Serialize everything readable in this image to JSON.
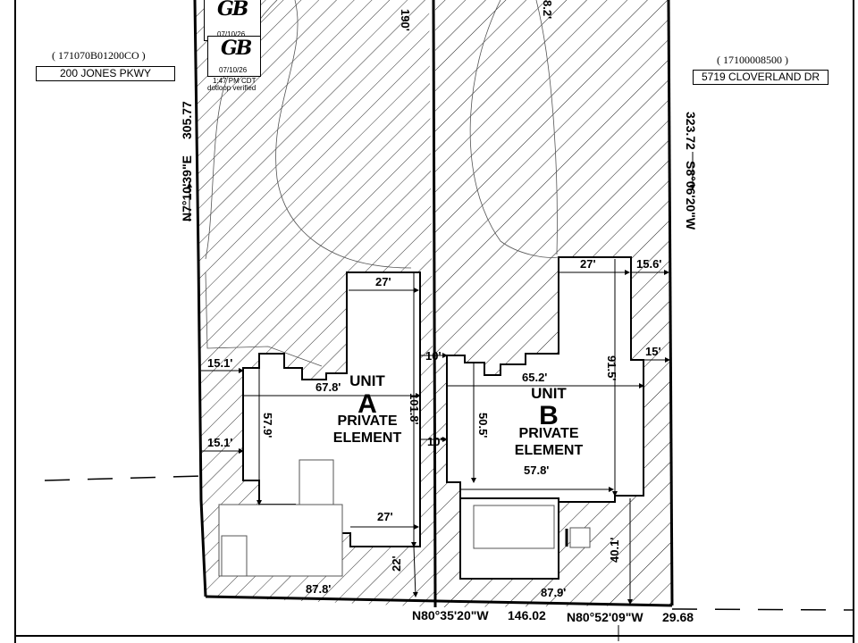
{
  "parcels": {
    "left": {
      "id": "( 171070B01200CO )",
      "address": "200 JONES PKWY"
    },
    "right": {
      "id": "( 17100008500 )",
      "address": "5719 CLOVERLAND DR"
    }
  },
  "signatures": [
    {
      "initials": "GB",
      "date": "07/10/26"
    },
    {
      "initials": "GB",
      "date": "07/10/26",
      "time": "1:47 PM CDT",
      "note": "dotloop verified"
    }
  ],
  "units": {
    "a": {
      "word": "UNIT",
      "letter": "A",
      "line1": "PRIVATE",
      "line2": "ELEMENT"
    },
    "b": {
      "word": "UNIT",
      "letter": "B",
      "line1": "PRIVATE",
      "line2": "ELEMENT"
    }
  },
  "bearings": {
    "west": {
      "bearing": "N7°10'39\"E",
      "distance": "305.77"
    },
    "east": {
      "bearing": "S8°06'20\"W",
      "distance": "323.72"
    },
    "south1": {
      "bearing": "N80°35'20\"W",
      "distance": "146.02"
    },
    "south2": {
      "bearing": "N80°52'09\"W",
      "distance": "29.68"
    }
  },
  "dimensions": {
    "a_top_width": "27'",
    "a_bottom_width": "27'",
    "a_side_setback_top": "15.1'",
    "a_side_setback_bottom": "15.1'",
    "a_width": "67.8'",
    "a_height": "57.9'",
    "a_depth": "101.8'",
    "a_rear": "22'",
    "a_front_lot": "87.8'",
    "center_top": "190'",
    "center_gap_top": "10'",
    "center_gap_bottom": "10'",
    "b_top_width": "27'",
    "b_side_setback_top": "15.6'",
    "b_side_setback": "15'",
    "b_width": "65.2'",
    "b_depth": "91.5'",
    "b_height": "50.5'",
    "b_bottom_width": "57.8'",
    "b_rear": "40.1'",
    "b_front_lot": "87.9'",
    "b_top_partial": "8.2'"
  }
}
